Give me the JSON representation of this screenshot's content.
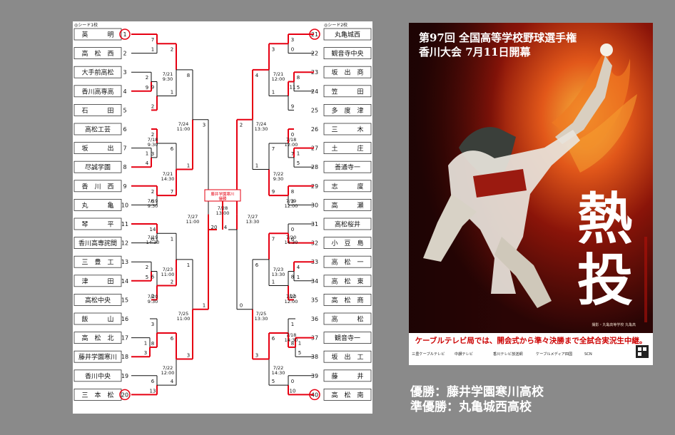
{
  "seed1_label": "◎シード1校",
  "seed2_label": "◎シード2校",
  "left_teams": [
    {
      "num": "1",
      "name": "英　　　明",
      "circled": true
    },
    {
      "num": "2",
      "name": "高　松　西",
      "circled": false
    },
    {
      "num": "3",
      "name": "大手前高松",
      "circled": false
    },
    {
      "num": "4",
      "name": "香川高専高",
      "circled": false
    },
    {
      "num": "5",
      "name": "石　　　田",
      "circled": false
    },
    {
      "num": "6",
      "name": "高松工芸",
      "circled": false
    },
    {
      "num": "7",
      "name": "坂　　　出",
      "circled": false
    },
    {
      "num": "8",
      "name": "尽誠学園",
      "circled": false
    },
    {
      "num": "9",
      "name": "香　川　西",
      "circled": false
    },
    {
      "num": "10",
      "name": "丸　　　亀",
      "circled": false
    },
    {
      "num": "11",
      "name": "琴　　　平",
      "circled": false
    },
    {
      "num": "12",
      "name": "香川高専詫間",
      "circled": false
    },
    {
      "num": "13",
      "name": "三　豊　工",
      "circled": false
    },
    {
      "num": "14",
      "name": "津　　　田",
      "circled": false
    },
    {
      "num": "15",
      "name": "高松中央",
      "circled": false
    },
    {
      "num": "16",
      "name": "飯　　　山",
      "circled": false
    },
    {
      "num": "17",
      "name": "高　松　北",
      "circled": false
    },
    {
      "num": "18",
      "name": "藤井学園寒川",
      "circled": false
    },
    {
      "num": "19",
      "name": "香川中央",
      "circled": false
    },
    {
      "num": "20",
      "name": "三　本　松",
      "circled": true
    }
  ],
  "right_teams": [
    {
      "num": "21",
      "name": "丸亀城西",
      "circled": true
    },
    {
      "num": "22",
      "name": "観音寺中央",
      "circled": false
    },
    {
      "num": "23",
      "name": "坂　出　商",
      "circled": false
    },
    {
      "num": "24",
      "name": "笠　　　田",
      "circled": false
    },
    {
      "num": "25",
      "name": "多　度　津",
      "circled": false
    },
    {
      "num": "26",
      "name": "三　　　木",
      "circled": false
    },
    {
      "num": "27",
      "name": "土　　　庄",
      "circled": false
    },
    {
      "num": "28",
      "name": "善通寺一",
      "circled": false
    },
    {
      "num": "29",
      "name": "志　　　度",
      "circled": false
    },
    {
      "num": "30",
      "name": "高　　　瀬",
      "circled": false
    },
    {
      "num": "31",
      "name": "高松桜井",
      "circled": false
    },
    {
      "num": "32",
      "name": "小　豆　島",
      "circled": false
    },
    {
      "num": "33",
      "name": "高　松　一",
      "circled": false
    },
    {
      "num": "34",
      "name": "高　松　東",
      "circled": false
    },
    {
      "num": "35",
      "name": "高　松　商",
      "circled": false
    },
    {
      "num": "36",
      "name": "高　　　松",
      "circled": false
    },
    {
      "num": "37",
      "name": "観音寺一",
      "circled": false
    },
    {
      "num": "38",
      "name": "坂　出　工",
      "circled": false
    },
    {
      "num": "39",
      "name": "藤　　　井",
      "circled": false
    },
    {
      "num": "40",
      "name": "高　松　南",
      "circled": true
    }
  ],
  "dates": {
    "d719": "7/19",
    "d720": "7/20",
    "d721": "7/21",
    "d722": "7/22",
    "d723": "7/23",
    "d724": "7/24",
    "d725": "7/25",
    "d727": "7/27",
    "d728": "7/28",
    "d718": "7/18",
    "t930": "9:30",
    "t1100": "11:00",
    "t1200": "12:00",
    "t1330": "13:30",
    "t1430": "14:30",
    "t1300": "13:00"
  },
  "champion_box": "藤井学園寒川\n優勝",
  "final_score": {
    "left": "20",
    "right": "4"
  },
  "scores": {
    "s1": [
      "7",
      "1"
    ],
    "s2": [
      "2",
      "9"
    ],
    "s3": [
      "9",
      "2"
    ],
    "s4": [
      "2",
      "1"
    ],
    "s5": [
      "2",
      "3"
    ],
    "s6": [
      "1",
      "4"
    ],
    "s7": [
      "2",
      "6"
    ],
    "s8": [
      "6",
      "7"
    ],
    "s9": [
      "8",
      "1"
    ],
    "s10": [
      "14",
      "6"
    ],
    "s11": [
      "2",
      "5"
    ],
    "s12": [
      "6",
      "2"
    ],
    "s13": [
      "1",
      "2"
    ],
    "s14": [
      "3",
      "8"
    ],
    "s15": [
      "1",
      "3"
    ],
    "s16": [
      "6",
      "13"
    ],
    "s17": [
      "6",
      "4"
    ],
    "s18": [
      "1",
      "3"
    ],
    "s19": [
      "3",
      "1"
    ],
    "s20": [
      "3",
      "9"
    ],
    "r1": [
      "3",
      "0"
    ],
    "r2": [
      "8",
      "5"
    ],
    "r3": [
      "11",
      "9"
    ],
    "r4": [
      "3",
      "1"
    ],
    "r5": [
      "0",
      "7"
    ],
    "r6": [
      "1",
      "5"
    ],
    "r7": [
      "8",
      "3"
    ],
    "r8": [
      "7",
      "9"
    ],
    "r9": [
      "4",
      "1"
    ],
    "r10": [
      "0",
      "8"
    ],
    "r11": [
      "7",
      "1"
    ],
    "r12": [
      "4",
      "1"
    ],
    "r13": [
      "8",
      "12"
    ],
    "r14": [
      "1",
      "5"
    ],
    "r15": [
      "6",
      "3"
    ],
    "r16": [
      "2",
      "0"
    ],
    "r17": [
      "8",
      "10"
    ],
    "r18": [
      "6",
      "5"
    ],
    "r19": [
      "1",
      "8"
    ],
    "r20": [
      "0",
      "10"
    ]
  },
  "poster": {
    "title_line1": "第97回 全国高等学校野球選手権",
    "title_line2": "香川大会 7月11日開幕",
    "big_char1": "熱",
    "big_char2": "投",
    "banner": "ケーブルテレビ局では、開会式から準々決勝まで全試合実況生中継。",
    "sponsors": [
      "三豊ケーブルテレビ",
      "中讃テレビ",
      "香川テレビ放送網",
      "ケーブルメディア四国",
      "SCN"
    ],
    "credit": "撮影・丸亀高等学校 丸亀高"
  },
  "result": {
    "winner": "優勝：藤井学園寒川高校",
    "runner_up": "準優勝：丸亀城西高校"
  },
  "colors": {
    "bracket_red": "#e60012",
    "bracket_black": "#111111",
    "page_bg": "#8a8a8a",
    "poster_dark": "#3b0808",
    "banner_red": "#cc0000"
  }
}
